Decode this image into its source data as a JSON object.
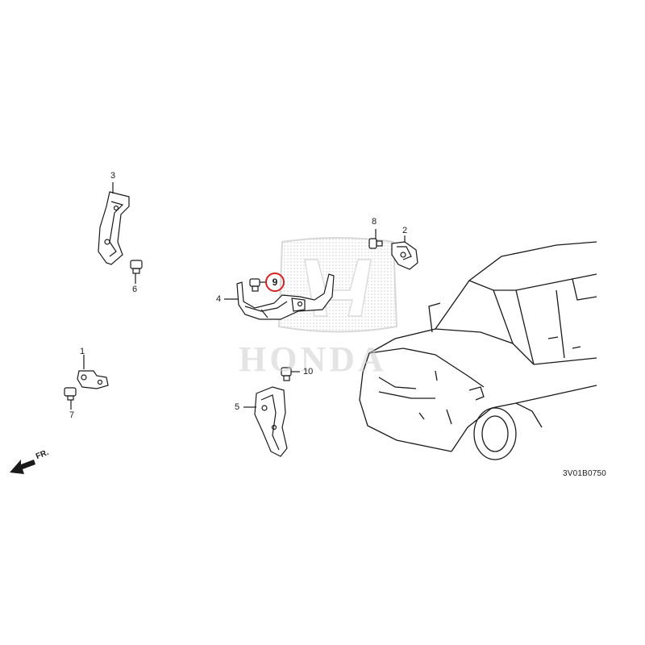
{
  "diagram": {
    "code": "3V01B0750",
    "direction_label": "FR.",
    "watermark_text": "HONDA",
    "callouts": [
      "1",
      "2",
      "3",
      "4",
      "5",
      "6",
      "7",
      "8",
      "9",
      "10"
    ],
    "highlighted_callout": "9",
    "colors": {
      "line": "#1a1a1a",
      "highlight": "#d42020",
      "watermark": "#cccccc"
    },
    "icons": [
      "front-direction-arrow-icon",
      "honda-logo-watermark",
      "vehicle-outline"
    ]
  }
}
